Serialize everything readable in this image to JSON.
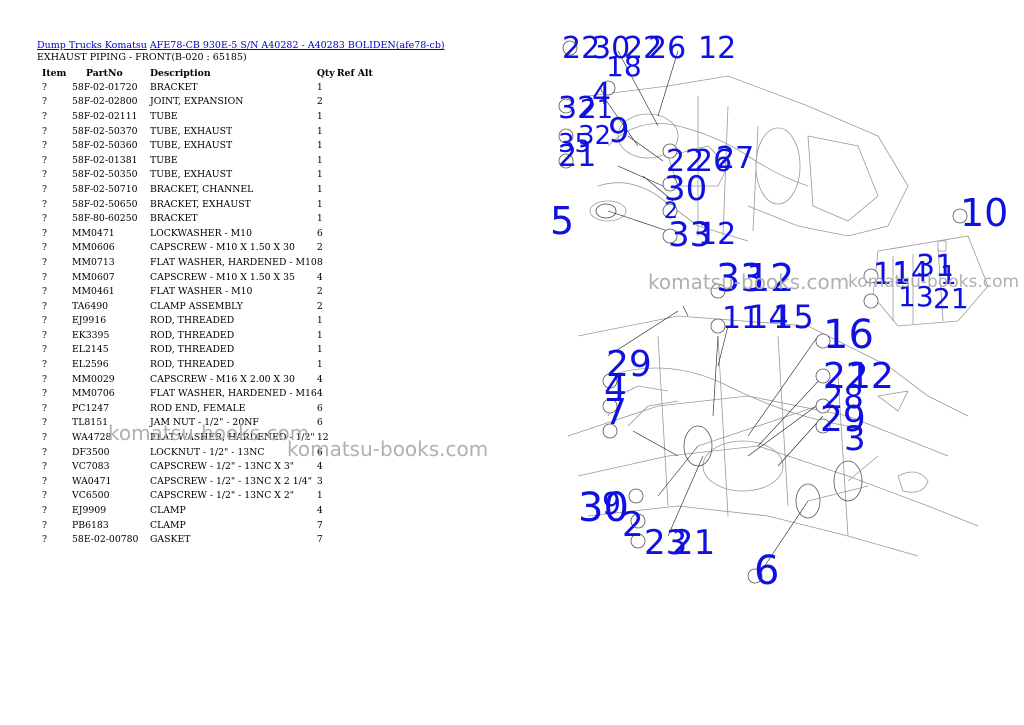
{
  "breadcrumb": {
    "link1": "Dump Trucks Komatsu",
    "link2": "AFE78-CB 930E-5 S/N A40282 - A40283 BOLIDEN(afe78-cb)"
  },
  "subtitle": "EXHAUST PIPING - FRONT(B-020 : 65185)",
  "columns": {
    "item": "Item",
    "part": "PartNo",
    "desc": "Description",
    "qty": "Qty",
    "ref": "Ref",
    "alt": "Alt"
  },
  "rows": [
    {
      "item": "?",
      "part": "58F-02-01720",
      "desc": "BRACKET",
      "qty": "1"
    },
    {
      "item": "?",
      "part": "58F-02-02800",
      "desc": "JOINT, EXPANSION",
      "qty": "2"
    },
    {
      "item": "?",
      "part": "58F-02-02111",
      "desc": "TUBE",
      "qty": "1"
    },
    {
      "item": "?",
      "part": "58F-02-50370",
      "desc": "TUBE, EXHAUST",
      "qty": "1"
    },
    {
      "item": "?",
      "part": "58F-02-50360",
      "desc": "TUBE, EXHAUST",
      "qty": "1"
    },
    {
      "item": "?",
      "part": "58F-02-01381",
      "desc": "TUBE",
      "qty": "1"
    },
    {
      "item": "?",
      "part": "58F-02-50350",
      "desc": "TUBE, EXHAUST",
      "qty": "1"
    },
    {
      "item": "?",
      "part": "58F-02-50710",
      "desc": "BRACKET, CHANNEL",
      "qty": "1"
    },
    {
      "item": "?",
      "part": "58F-02-50650",
      "desc": "BRACKET, EXHAUST",
      "qty": "1"
    },
    {
      "item": "?",
      "part": "58F-80-60250",
      "desc": "BRACKET",
      "qty": "1"
    },
    {
      "item": "?",
      "part": "MM0471",
      "desc": "LOCKWASHER - M10",
      "qty": "6"
    },
    {
      "item": "?",
      "part": "MM0606",
      "desc": "CAPSCREW - M10 X 1.50 X 30",
      "qty": "2"
    },
    {
      "item": "?",
      "part": "MM0713",
      "desc": "FLAT WASHER, HARDENED - M10",
      "qty": "8"
    },
    {
      "item": "?",
      "part": "MM0607",
      "desc": "CAPSCREW - M10 X 1.50 X 35",
      "qty": "4"
    },
    {
      "item": "?",
      "part": "MM0461",
      "desc": "FLAT WASHER - M10",
      "qty": "2"
    },
    {
      "item": "?",
      "part": "TA6490",
      "desc": "CLAMP ASSEMBLY",
      "qty": "2"
    },
    {
      "item": "?",
      "part": "EJ9916",
      "desc": "ROD, THREADED",
      "qty": "1"
    },
    {
      "item": "?",
      "part": "EK3395",
      "desc": "ROD, THREADED",
      "qty": "1"
    },
    {
      "item": "?",
      "part": "EL2145",
      "desc": "ROD, THREADED",
      "qty": "1"
    },
    {
      "item": "?",
      "part": "EL2596",
      "desc": "ROD, THREADED",
      "qty": "1"
    },
    {
      "item": "?",
      "part": "MM0029",
      "desc": "CAPSCREW - M16 X 2.00 X 30",
      "qty": "4"
    },
    {
      "item": "?",
      "part": "MM0706",
      "desc": "FLAT WASHER, HARDENED - M16",
      "qty": "4"
    },
    {
      "item": "?",
      "part": "PC1247",
      "desc": "ROD END, FEMALE",
      "qty": "6"
    },
    {
      "item": "?",
      "part": "TL8151",
      "desc": "JAM NUT - 1/2\" - 20NF",
      "qty": "6"
    },
    {
      "item": "?",
      "part": "WA4728",
      "desc": "FLAT WASHER, HARDENED - 1/2\"",
      "qty": "12"
    },
    {
      "item": "?",
      "part": "DF3500",
      "desc": "LOCKNUT - 1/2\" - 13NC",
      "qty": "6"
    },
    {
      "item": "?",
      "part": "VC7083",
      "desc": "CAPSCREW - 1/2\" - 13NC X 3\"",
      "qty": "4"
    },
    {
      "item": "?",
      "part": "WA0471",
      "desc": "CAPSCREW - 1/2\" - 13NC X 2 1/4\"",
      "qty": "3"
    },
    {
      "item": "?",
      "part": "VC6500",
      "desc": "CAPSCREW - 1/2\" - 13NC X 2\"",
      "qty": "1"
    },
    {
      "item": "?",
      "part": "EJ9909",
      "desc": "CLAMP",
      "qty": "4"
    },
    {
      "item": "?",
      "part": "PB6183",
      "desc": "CLAMP",
      "qty": "7"
    },
    {
      "item": "?",
      "part": "58E-02-00780",
      "desc": "GASKET",
      "qty": "7"
    }
  ],
  "watermark": "komatsu-books.com",
  "callouts": [
    "22",
    "30",
    "22",
    "26",
    "12",
    "18",
    "4",
    "32",
    "21",
    "9",
    "35",
    "32",
    "21",
    "22",
    "26",
    "27",
    "30",
    "2",
    "5",
    "33",
    "12",
    "10",
    "11",
    "14",
    "31",
    "1",
    "13",
    "21",
    "33",
    "12",
    "11",
    "14",
    "15",
    "16",
    "29",
    "4",
    "7",
    "22",
    "12",
    "28",
    "29",
    "3",
    "30",
    "9",
    "2",
    "23",
    "21",
    "6"
  ],
  "callout_color": "#1010e0"
}
